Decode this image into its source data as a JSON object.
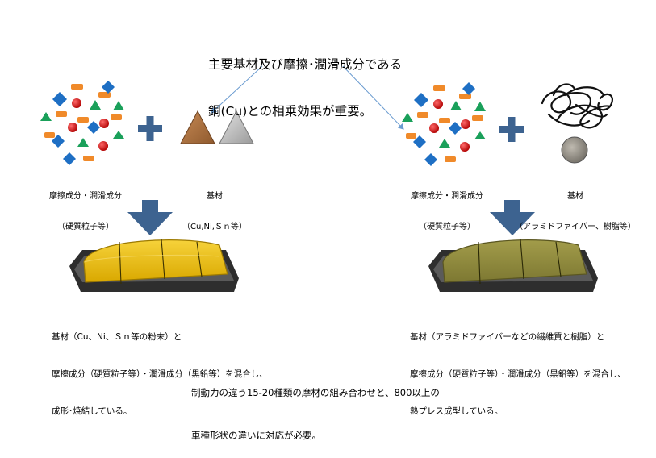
{
  "callout": {
    "line1": "主要基材及び摩擦･潤滑成分である",
    "line2": "銅(Cu)との相乗効果が重要。"
  },
  "left": {
    "friction_label_1": "摩擦成分・潤滑成分",
    "friction_label_2": "（硬質粒子等）",
    "base_label_1": "基材",
    "base_label_2": "（Cu,Ni,Ｓｎ等）",
    "desc_1": "基材（Cu、Ni、Ｓｎ等の粉末）と",
    "desc_2": "摩擦成分（硬質粒子等）・潤滑成分（黒鉛等）を混合し、",
    "desc_3": "成形･焼結している。",
    "pad_color": "#e8b800"
  },
  "right": {
    "friction_label_1": "摩擦成分・潤滑成分",
    "friction_label_2": "（硬質粒子等）",
    "base_label_1": "基材",
    "base_label_2": "（アラミドファイバー、樹脂等）",
    "desc_1": "基材（アラミドファイバーなどの繊維質と樹脂）と",
    "desc_2": "摩擦成分（硬質粒子等）・潤滑成分（黒鉛等）を混合し、",
    "desc_3": "熱プレス成型している。",
    "pad_color": "#8f8a3c"
  },
  "bottom_note": {
    "line1": "制動力の違う15-20種類の摩材の組み合わせと、800以上の",
    "line2": "車種形状の違いに対応が必要。"
  },
  "colors": {
    "arrow_blue": "#3d6390",
    "callout_line": "#6a9bd0",
    "shoe_dark": "#3a3a3a"
  }
}
